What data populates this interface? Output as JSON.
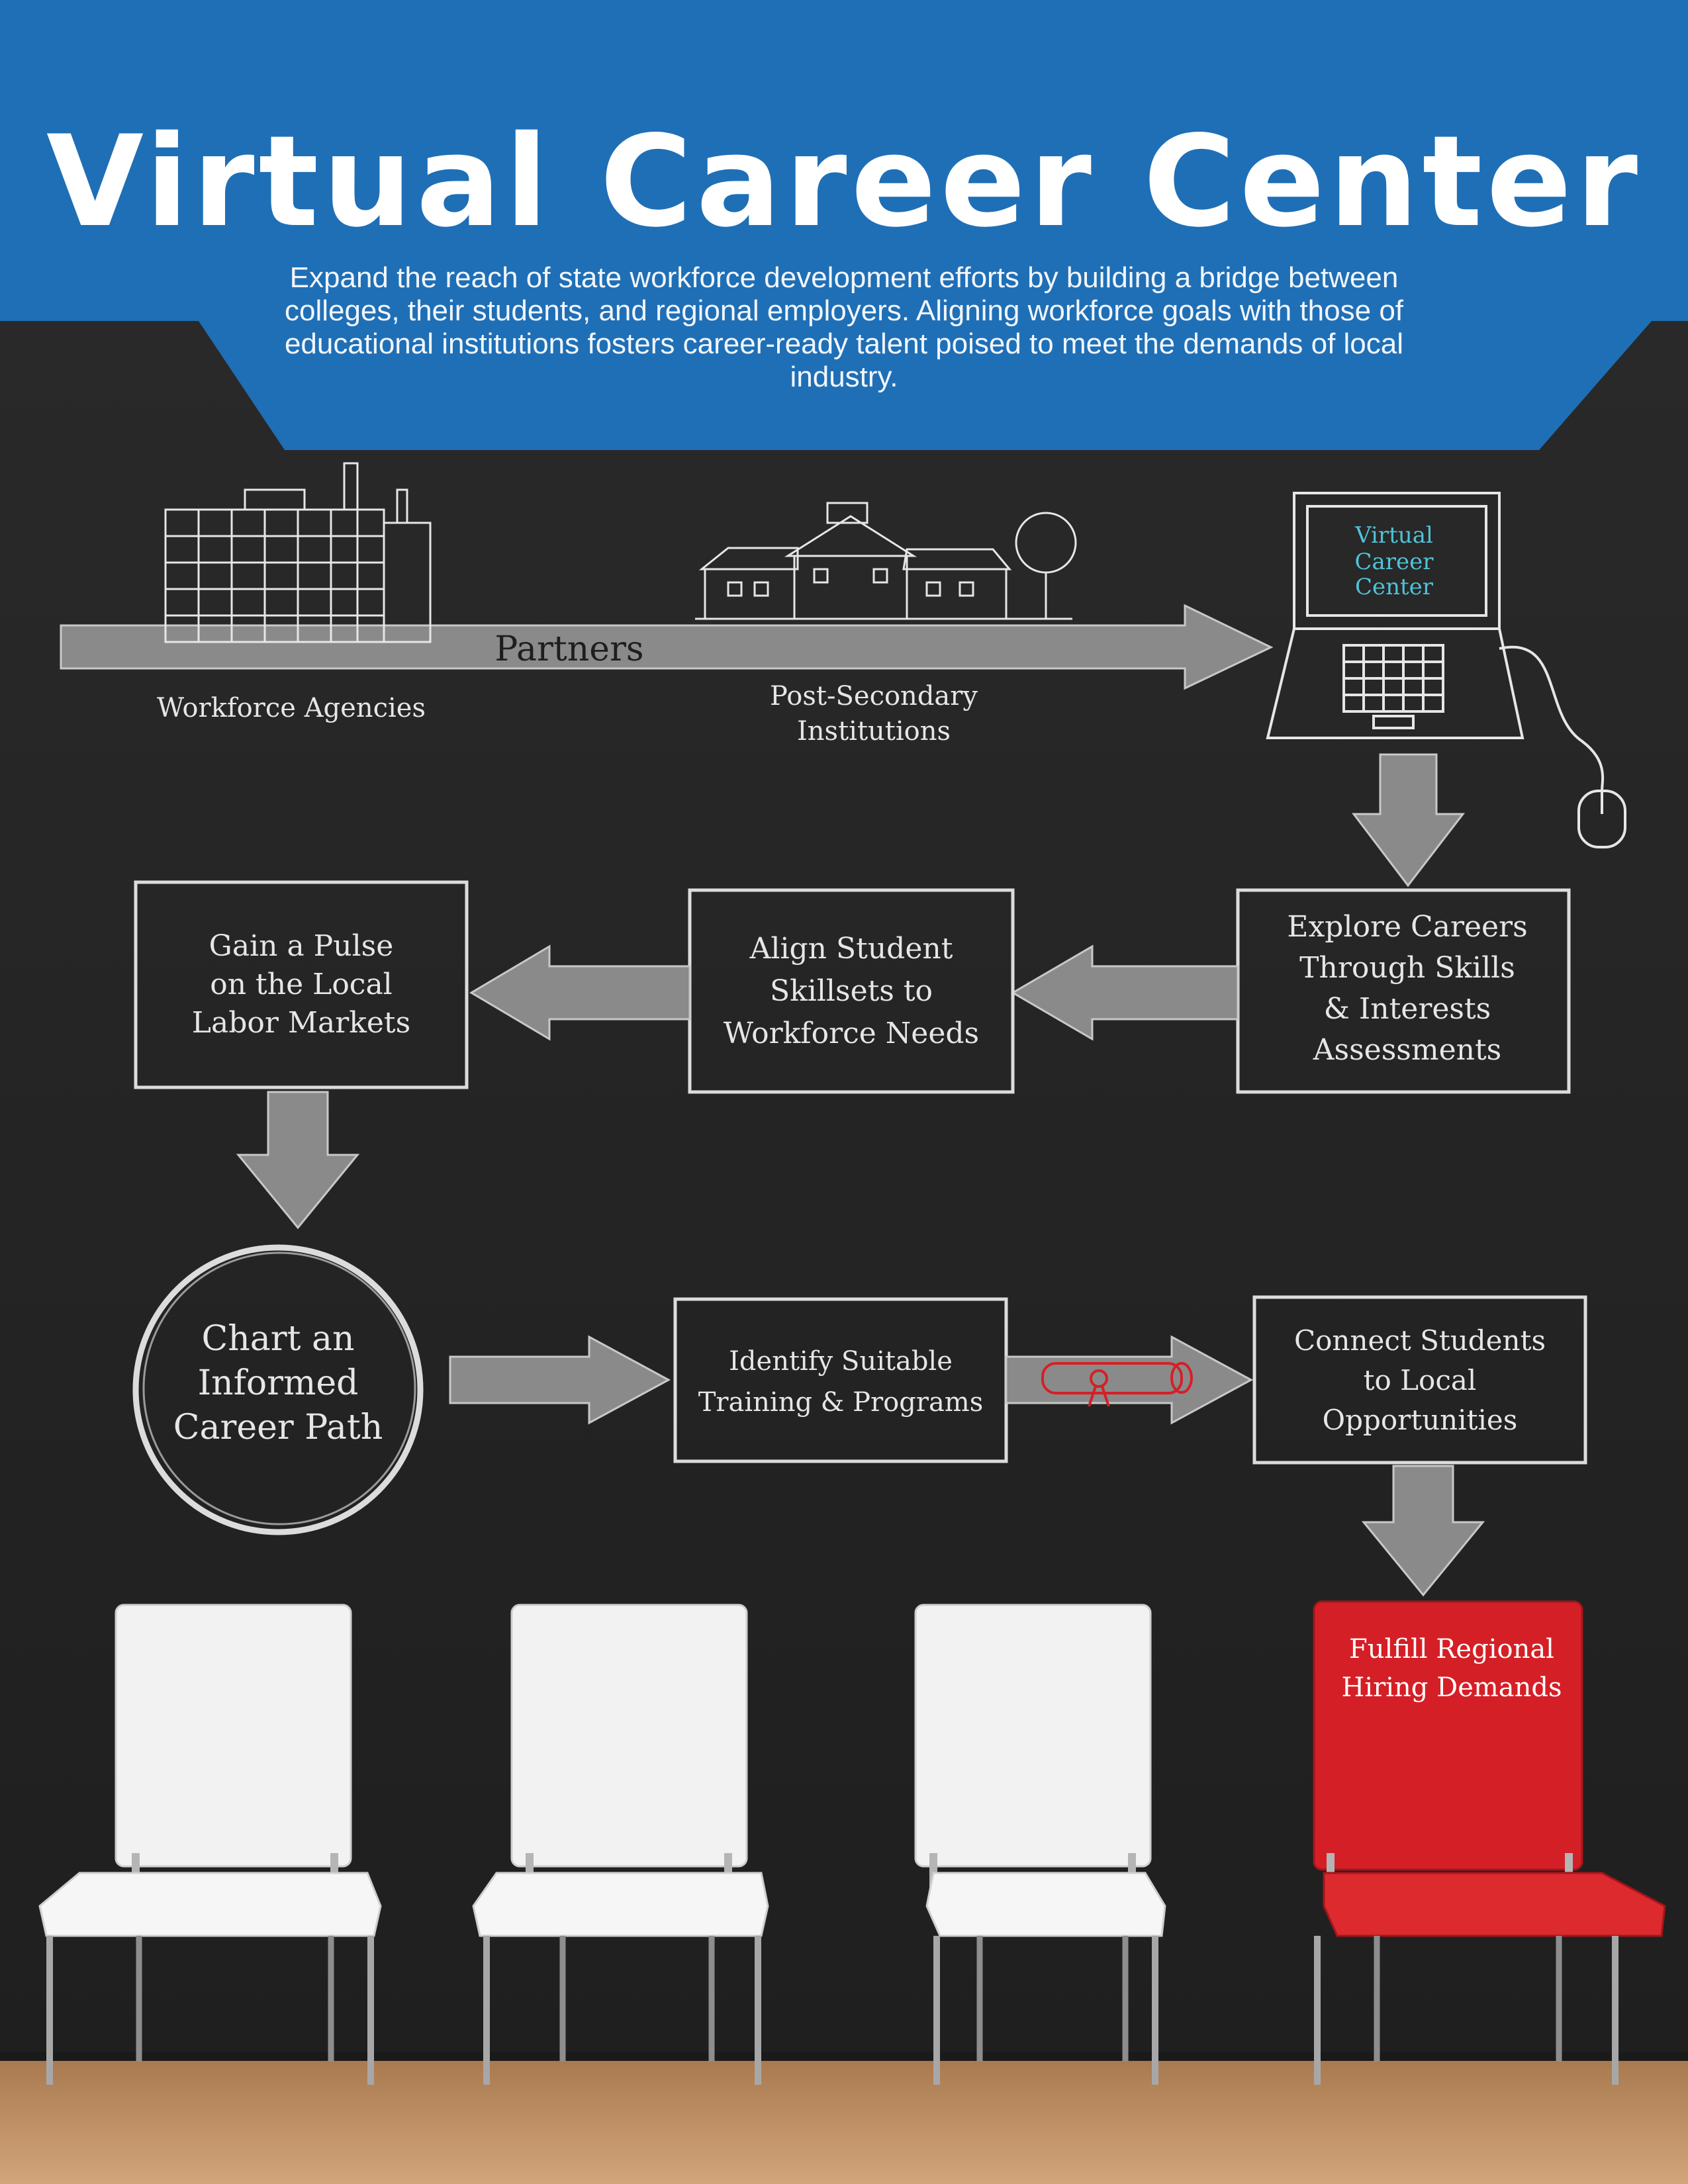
{
  "header": {
    "title": "Virtual Career Center",
    "subtitle": "Expand the reach of state workforce development efforts by building a bridge between colleges, their students, and regional employers. Aligning workforce goals with those of educational institutions fosters career-ready talent poised to meet the demands of local industry."
  },
  "partners": {
    "arrow_label": "Partners",
    "workforce": "Workforce Agencies",
    "postsecondary": [
      "Post-Secondary",
      "Institutions"
    ],
    "laptop": [
      "Virtual",
      "Career",
      "Center"
    ]
  },
  "steps": {
    "explore": [
      "Explore Careers",
      "Through Skills",
      "& Interests",
      "Assessments"
    ],
    "align": [
      "Align Student",
      "Skillsets to",
      "Workforce Needs"
    ],
    "pulse": [
      "Gain a Pulse",
      "on the Local",
      "Labor Markets"
    ],
    "chart": [
      "Chart an",
      "Informed",
      "Career Path"
    ],
    "identify": [
      "Identify Suitable",
      "Training & Programs"
    ],
    "connect": [
      "Connect Students",
      "to Local",
      "Opportunities"
    ],
    "fulfill": [
      "Fulfill Regional",
      "Hiring Demands"
    ]
  },
  "colors": {
    "header_blue": "#1f6fb6",
    "chalkboard": "#262626",
    "chalk": "#e6e6e6",
    "laptop_text": "#4fc3d9",
    "chair_red": "#d51f26",
    "floor": "#b98a5e"
  }
}
